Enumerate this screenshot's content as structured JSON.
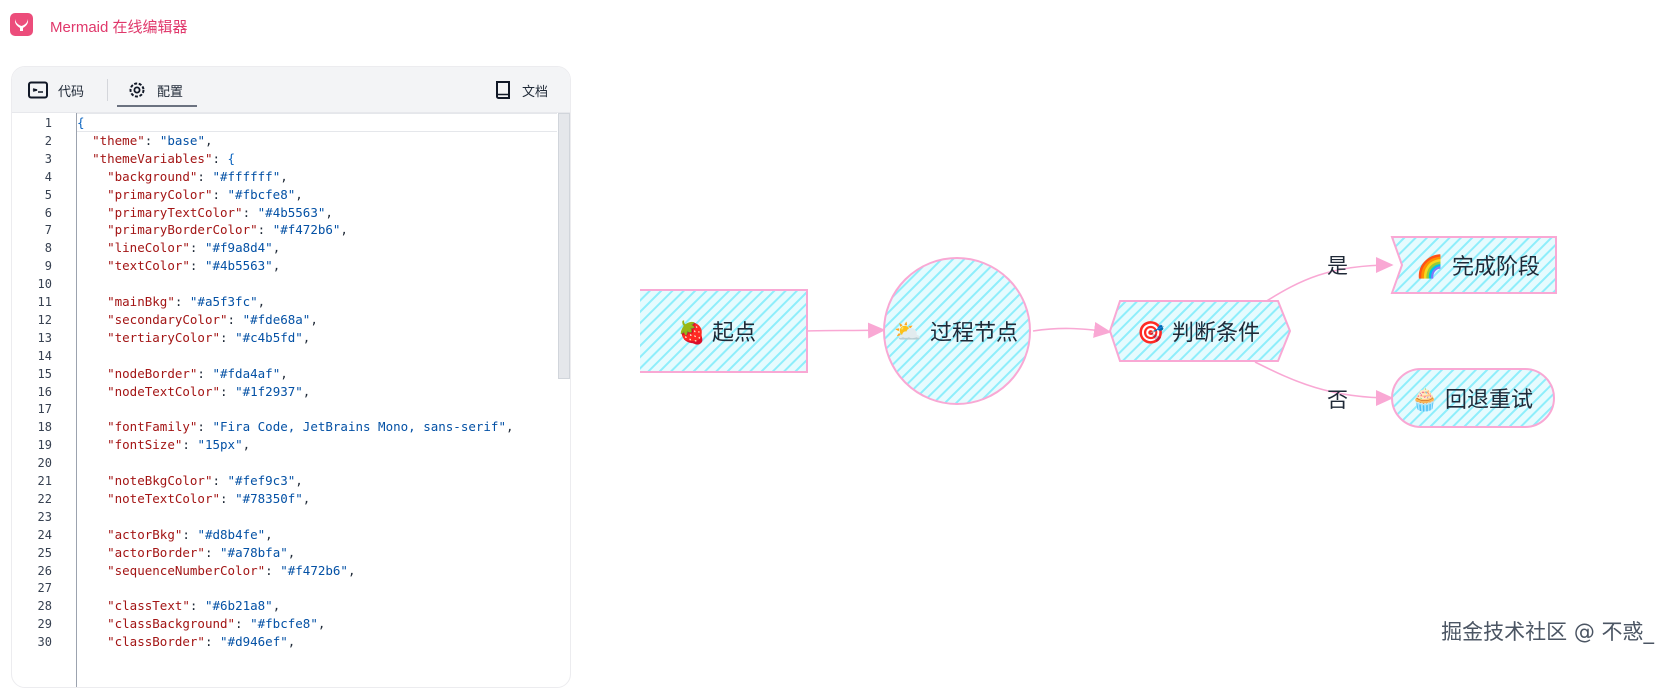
{
  "app": {
    "title": "Mermaid 在线编辑器"
  },
  "tabs": {
    "code_label": "代码",
    "config_label": "配置",
    "docs_label": "文档"
  },
  "editor": {
    "lines": [
      [
        [
          "brace",
          "{"
        ]
      ],
      [
        [
          "sp",
          "  "
        ],
        [
          "key",
          "\"theme\""
        ],
        [
          "punc",
          ": "
        ],
        [
          "str",
          "\"base\""
        ],
        [
          "punc",
          ","
        ]
      ],
      [
        [
          "sp",
          "  "
        ],
        [
          "key",
          "\"themeVariables\""
        ],
        [
          "punc",
          ": "
        ],
        [
          "brace",
          "{"
        ]
      ],
      [
        [
          "sp",
          "    "
        ],
        [
          "key",
          "\"background\""
        ],
        [
          "punc",
          ": "
        ],
        [
          "str",
          "\"#ffffff\""
        ],
        [
          "punc",
          ","
        ]
      ],
      [
        [
          "sp",
          "    "
        ],
        [
          "key",
          "\"primaryColor\""
        ],
        [
          "punc",
          ": "
        ],
        [
          "str",
          "\"#fbcfe8\""
        ],
        [
          "punc",
          ","
        ]
      ],
      [
        [
          "sp",
          "    "
        ],
        [
          "key",
          "\"primaryTextColor\""
        ],
        [
          "punc",
          ": "
        ],
        [
          "str",
          "\"#4b5563\""
        ],
        [
          "punc",
          ","
        ]
      ],
      [
        [
          "sp",
          "    "
        ],
        [
          "key",
          "\"primaryBorderColor\""
        ],
        [
          "punc",
          ": "
        ],
        [
          "str",
          "\"#f472b6\""
        ],
        [
          "punc",
          ","
        ]
      ],
      [
        [
          "sp",
          "    "
        ],
        [
          "key",
          "\"lineColor\""
        ],
        [
          "punc",
          ": "
        ],
        [
          "str",
          "\"#f9a8d4\""
        ],
        [
          "punc",
          ","
        ]
      ],
      [
        [
          "sp",
          "    "
        ],
        [
          "key",
          "\"textColor\""
        ],
        [
          "punc",
          ": "
        ],
        [
          "str",
          "\"#4b5563\""
        ],
        [
          "punc",
          ","
        ]
      ],
      [],
      [
        [
          "sp",
          "    "
        ],
        [
          "key",
          "\"mainBkg\""
        ],
        [
          "punc",
          ": "
        ],
        [
          "str",
          "\"#a5f3fc\""
        ],
        [
          "punc",
          ","
        ]
      ],
      [
        [
          "sp",
          "    "
        ],
        [
          "key",
          "\"secondaryColor\""
        ],
        [
          "punc",
          ": "
        ],
        [
          "str",
          "\"#fde68a\""
        ],
        [
          "punc",
          ","
        ]
      ],
      [
        [
          "sp",
          "    "
        ],
        [
          "key",
          "\"tertiaryColor\""
        ],
        [
          "punc",
          ": "
        ],
        [
          "str",
          "\"#c4b5fd\""
        ],
        [
          "punc",
          ","
        ]
      ],
      [],
      [
        [
          "sp",
          "    "
        ],
        [
          "key",
          "\"nodeBorder\""
        ],
        [
          "punc",
          ": "
        ],
        [
          "str",
          "\"#fda4af\""
        ],
        [
          "punc",
          ","
        ]
      ],
      [
        [
          "sp",
          "    "
        ],
        [
          "key",
          "\"nodeTextColor\""
        ],
        [
          "punc",
          ": "
        ],
        [
          "str",
          "\"#1f2937\""
        ],
        [
          "punc",
          ","
        ]
      ],
      [],
      [
        [
          "sp",
          "    "
        ],
        [
          "key",
          "\"fontFamily\""
        ],
        [
          "punc",
          ": "
        ],
        [
          "str",
          "\"Fira Code, JetBrains Mono, sans-serif\""
        ],
        [
          "punc",
          ","
        ]
      ],
      [
        [
          "sp",
          "    "
        ],
        [
          "key",
          "\"fontSize\""
        ],
        [
          "punc",
          ": "
        ],
        [
          "str",
          "\"15px\""
        ],
        [
          "punc",
          ","
        ]
      ],
      [],
      [
        [
          "sp",
          "    "
        ],
        [
          "key",
          "\"noteBkgColor\""
        ],
        [
          "punc",
          ": "
        ],
        [
          "str",
          "\"#fef9c3\""
        ],
        [
          "punc",
          ","
        ]
      ],
      [
        [
          "sp",
          "    "
        ],
        [
          "key",
          "\"noteTextColor\""
        ],
        [
          "punc",
          ": "
        ],
        [
          "str",
          "\"#78350f\""
        ],
        [
          "punc",
          ","
        ]
      ],
      [],
      [
        [
          "sp",
          "    "
        ],
        [
          "key",
          "\"actorBkg\""
        ],
        [
          "punc",
          ": "
        ],
        [
          "str",
          "\"#d8b4fe\""
        ],
        [
          "punc",
          ","
        ]
      ],
      [
        [
          "sp",
          "    "
        ],
        [
          "key",
          "\"actorBorder\""
        ],
        [
          "punc",
          ": "
        ],
        [
          "str",
          "\"#a78bfa\""
        ],
        [
          "punc",
          ","
        ]
      ],
      [
        [
          "sp",
          "    "
        ],
        [
          "key",
          "\"sequenceNumberColor\""
        ],
        [
          "punc",
          ": "
        ],
        [
          "str",
          "\"#f472b6\""
        ],
        [
          "punc",
          ","
        ]
      ],
      [],
      [
        [
          "sp",
          "    "
        ],
        [
          "key",
          "\"classText\""
        ],
        [
          "punc",
          ": "
        ],
        [
          "str",
          "\"#6b21a8\""
        ],
        [
          "punc",
          ","
        ]
      ],
      [
        [
          "sp",
          "    "
        ],
        [
          "key",
          "\"classBackground\""
        ],
        [
          "punc",
          ": "
        ],
        [
          "str",
          "\"#fbcfe8\""
        ],
        [
          "punc",
          ","
        ]
      ],
      [
        [
          "sp",
          "    "
        ],
        [
          "key",
          "\"classBorder\""
        ],
        [
          "punc",
          ": "
        ],
        [
          "str",
          "\"#d946ef\""
        ],
        [
          "punc",
          ","
        ]
      ]
    ]
  },
  "diagram": {
    "nodes": {
      "start": {
        "emoji": "🍓",
        "label": "起点"
      },
      "process": {
        "emoji": "⛅",
        "label": "过程节点"
      },
      "decision": {
        "emoji": "🎯",
        "label": "判断条件"
      },
      "done": {
        "emoji": "🌈",
        "label": "完成阶段"
      },
      "retry": {
        "emoji": "🧁",
        "label": "回退重试"
      }
    },
    "edges": {
      "yes_label": "是",
      "no_label": "否"
    }
  },
  "colors": {
    "node_fill": "#a5f3fc",
    "node_border": "#f9a8d4",
    "edge": "#f9a8d4",
    "accent": "#e0386b"
  },
  "watermark": "掘金技术社区 @ 不惑_"
}
